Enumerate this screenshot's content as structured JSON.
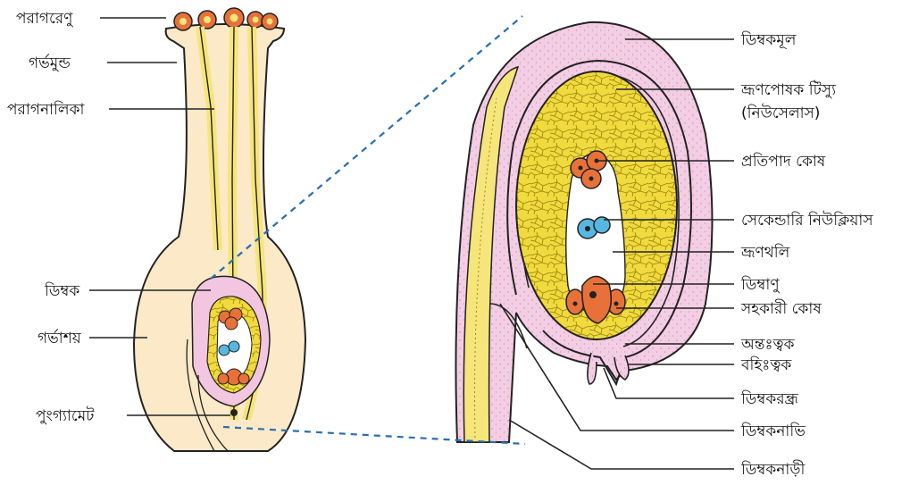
{
  "labels": {
    "pollen": "পরাগরেণু",
    "stigma": "গর্ভমুন্ড",
    "pollen_tube": "পরাগনালিকা",
    "ovule_left": "ডিম্বক",
    "ovary": "গর্ভাশয়",
    "male_gamete": "পুংগ্যামেট",
    "integument_base": "ডিম্বকমূল",
    "nucellus_line1": "ভ্রূণপোষক টিস্যু",
    "nucellus_line2": "(নিউসেলাস)",
    "antipodal": "প্রতিপাদ কোষ",
    "secondary_nucleus": "সেকেন্ডারি নিউক্লিয়াস",
    "embryo_sac": "ভ্রূণথলি",
    "egg": "ডিম্বাণু",
    "synergid": "সহকারী কোষ",
    "inner_integument": "অন্তঃত্বক",
    "outer_integument": "বহিঃত্বক",
    "micropyle": "ডিম্বকরন্ধ্র",
    "hilum": "ডিম্বকনাভি",
    "funicle": "ডিম্বকনাড়ী"
  },
  "colors": {
    "tube_yellow": "#f5e57a",
    "ovary_cream": "#fbe9c8",
    "integument_pink": "#f2c6e0",
    "nucellus_yellow": "#f1da3e",
    "cell_orange": "#e8713a",
    "nucleus_blue": "#56b8e0",
    "leader_dash": "#2a6fb0"
  }
}
